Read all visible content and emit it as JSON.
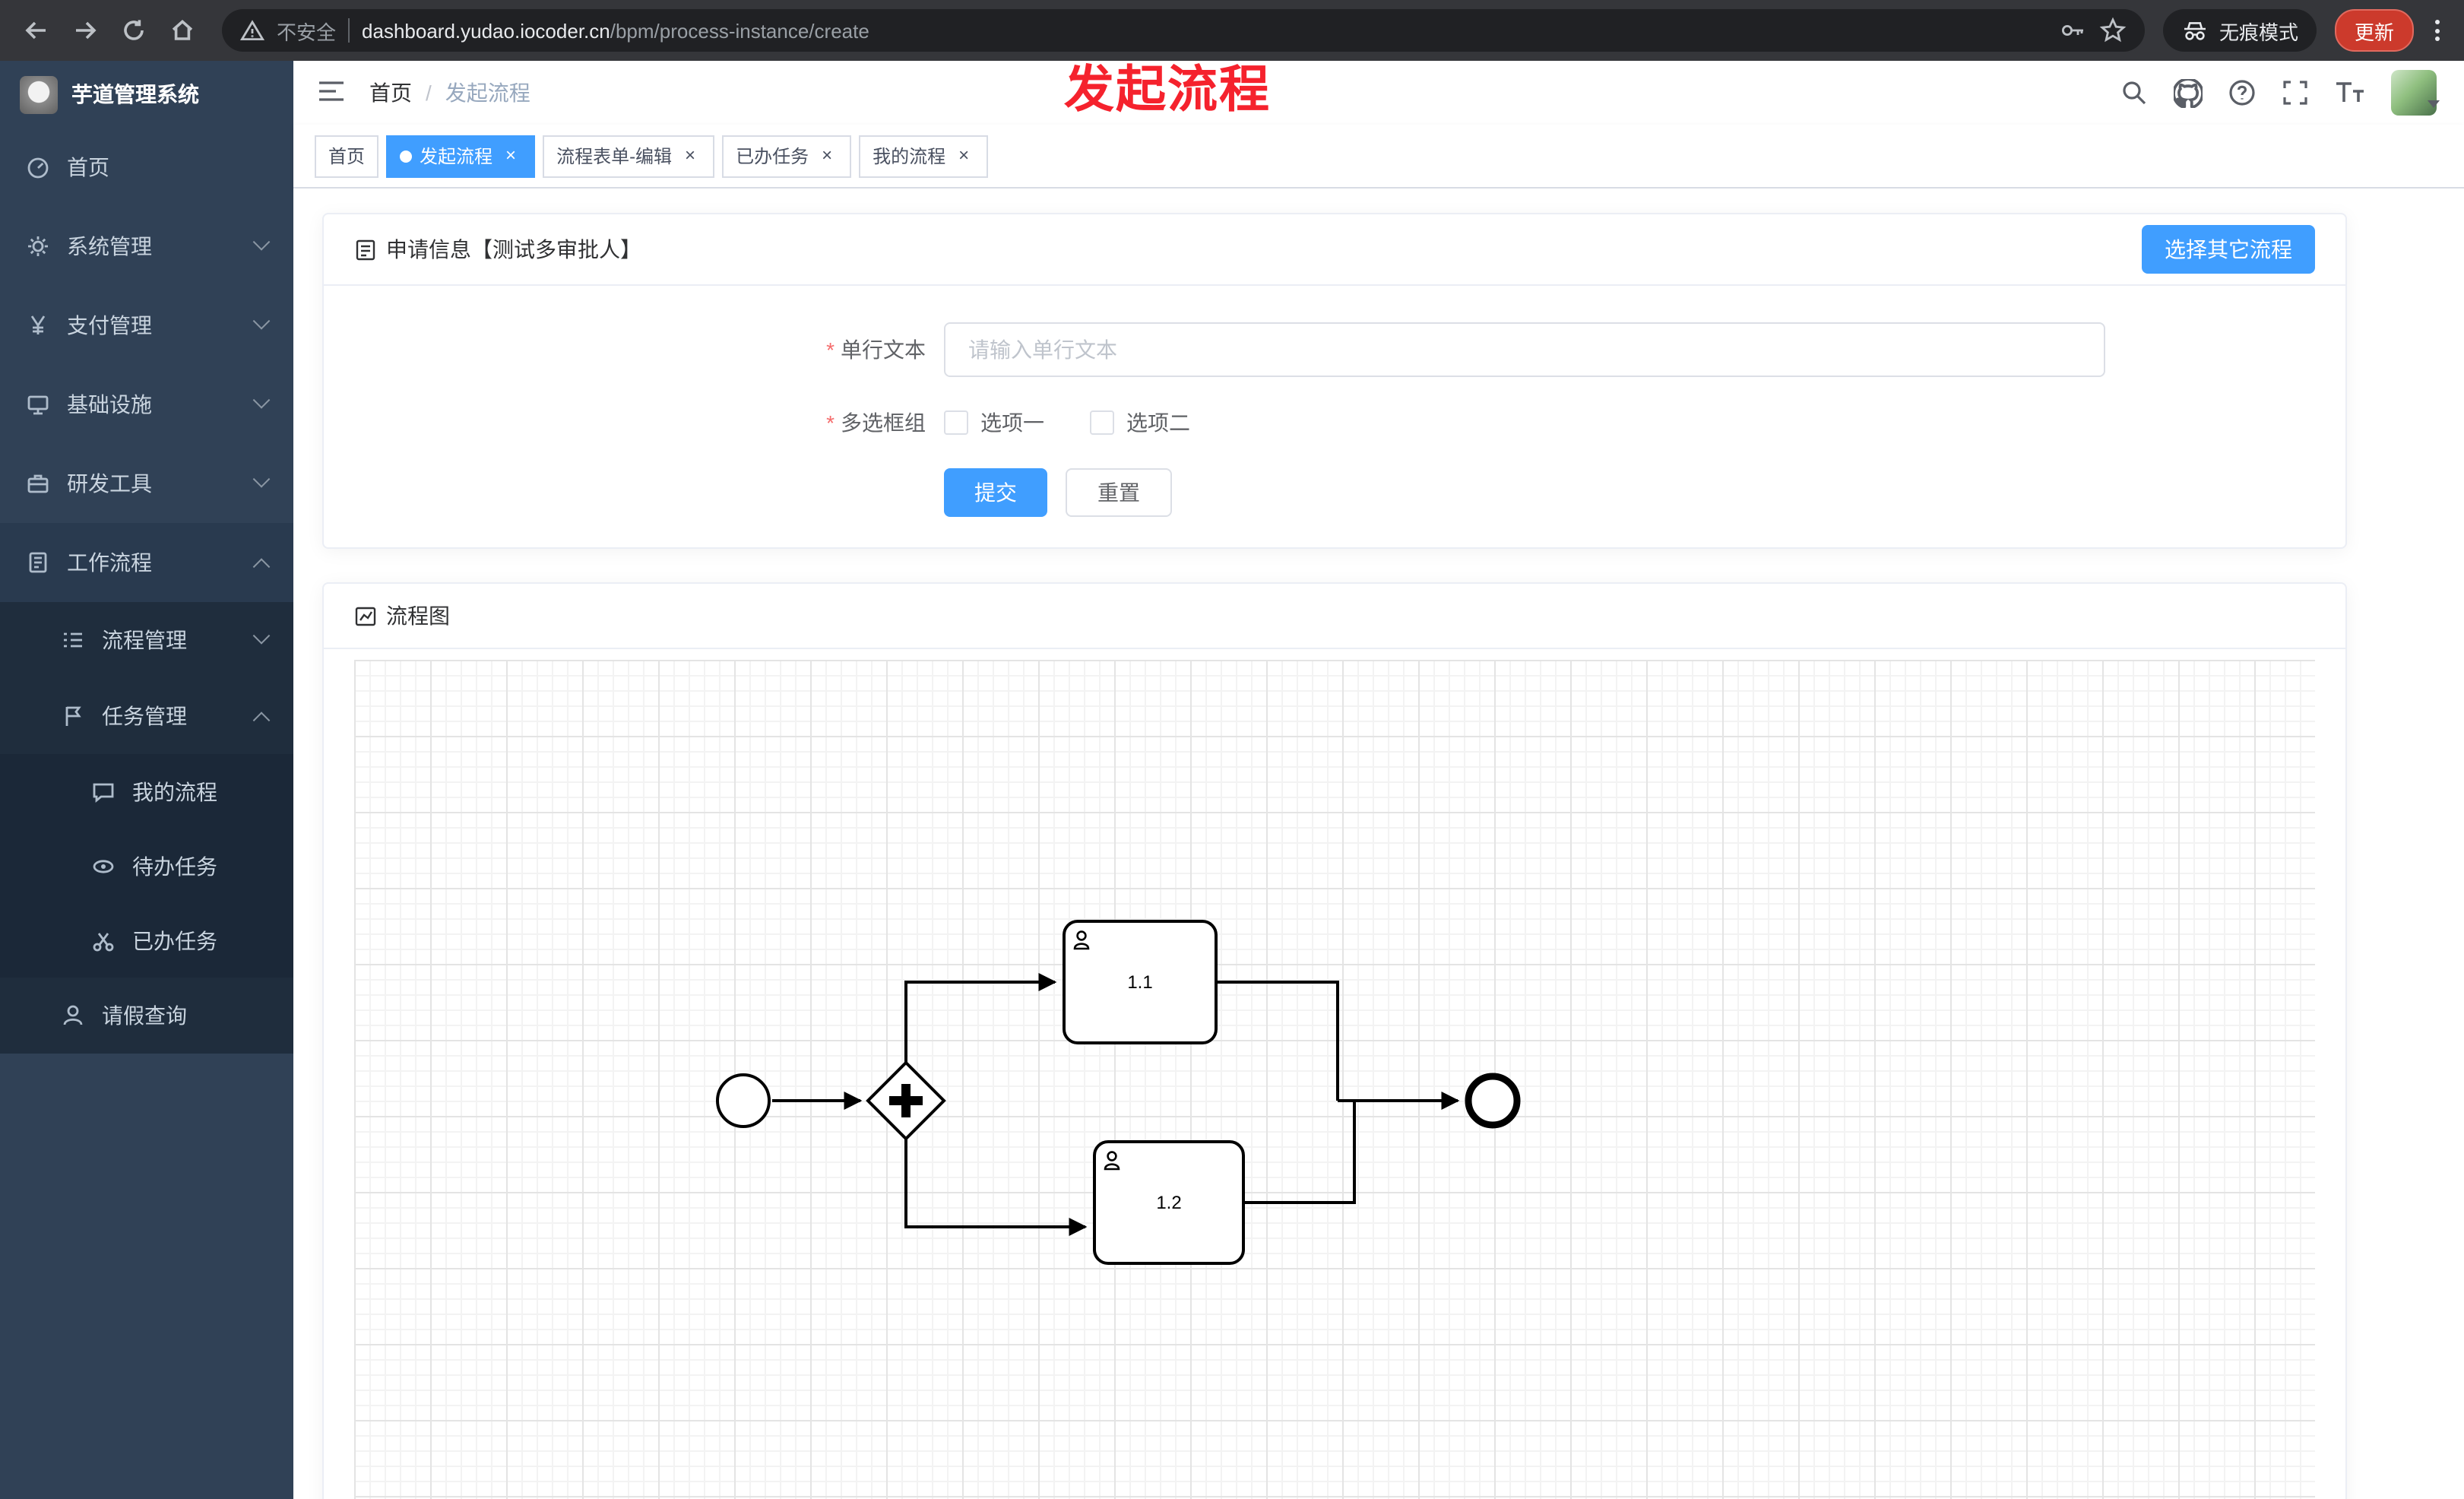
{
  "browser": {
    "security_label": "不安全",
    "url_domain": "dashboard.yudao.iocoder.cn",
    "url_path": "/bpm/process-instance/create",
    "incognito_label": "无痕模式",
    "update_label": "更新"
  },
  "annotation": {
    "text": "发起流程"
  },
  "sidebar": {
    "logo_title": "芋道管理系统",
    "items": [
      {
        "label": "首页"
      },
      {
        "label": "系统管理",
        "expanded": false
      },
      {
        "label": "支付管理",
        "expanded": false
      },
      {
        "label": "基础设施",
        "expanded": false
      },
      {
        "label": "研发工具",
        "expanded": false
      },
      {
        "label": "工作流程",
        "expanded": true
      },
      {
        "label": "流程管理",
        "expanded": false
      },
      {
        "label": "任务管理",
        "expanded": true
      },
      {
        "label": "我的流程"
      },
      {
        "label": "待办任务"
      },
      {
        "label": "已办任务"
      },
      {
        "label": "请假查询"
      }
    ]
  },
  "header": {
    "breadcrumb_home": "首页",
    "breadcrumb_current": "发起流程"
  },
  "tabs": [
    {
      "label": "首页",
      "closable": false,
      "active": false
    },
    {
      "label": "发起流程",
      "closable": true,
      "active": true
    },
    {
      "label": "流程表单-编辑",
      "closable": true,
      "active": false
    },
    {
      "label": "已办任务",
      "closable": true,
      "active": false
    },
    {
      "label": "我的流程",
      "closable": true,
      "active": false
    }
  ],
  "form_card": {
    "title": "申请信息【测试多审批人】",
    "select_other_button": "选择其它流程",
    "field_text": {
      "label": "单行文本",
      "required": true,
      "value": "",
      "placeholder": "请输入单行文本"
    },
    "field_checkbox": {
      "label": "多选框组",
      "required": true,
      "options": [
        {
          "label": "选项一",
          "checked": false
        },
        {
          "label": "选项二",
          "checked": false
        }
      ]
    },
    "submit_label": "提交",
    "reset_label": "重置"
  },
  "diagram": {
    "title": "流程图",
    "nodes": [
      {
        "id": "start",
        "type": "startEvent",
        "label": ""
      },
      {
        "id": "gateway",
        "type": "parallelGateway",
        "label": ""
      },
      {
        "id": "task1",
        "type": "userTask",
        "label": "1.1"
      },
      {
        "id": "task2",
        "type": "userTask",
        "label": "1.2"
      },
      {
        "id": "end",
        "type": "endEvent",
        "label": ""
      }
    ]
  },
  "colors": {
    "accent": "#409eff",
    "sidebar_bg": "#304156",
    "annotation_red": "#f5222d",
    "chrome_bg": "#35363a",
    "update_red": "#cc3a2c"
  },
  "icons": [
    "back-icon",
    "forward-icon",
    "refresh-icon",
    "home-icon",
    "warning-icon",
    "key-icon",
    "star-icon",
    "incognito-icon",
    "menu-dots-icon",
    "hamburger-icon",
    "search-icon",
    "github-icon",
    "question-icon",
    "fullscreen-icon",
    "font-size-icon",
    "document-icon",
    "diagram-icon",
    "user-task-icon"
  ]
}
